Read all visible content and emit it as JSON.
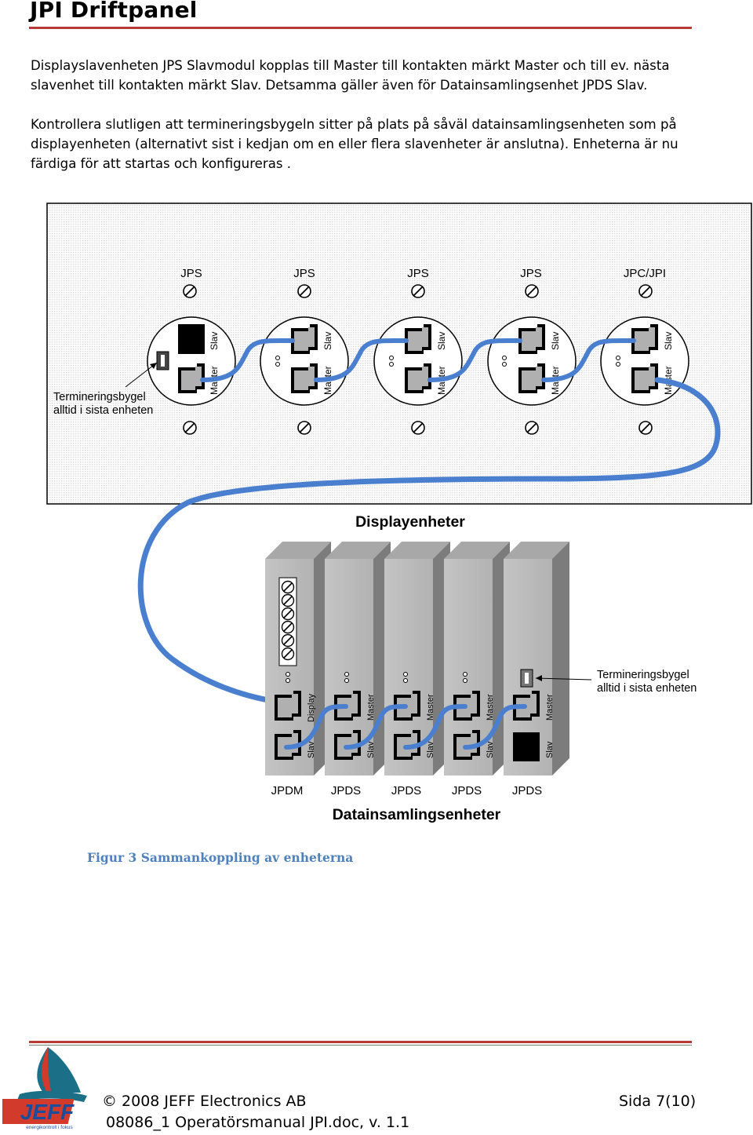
{
  "header": {
    "title": "JPI Driftpanel"
  },
  "body": {
    "paragraph1": "Displayslavenheten JPS Slavmodul kopplas till Master till kontakten märkt Master och till ev. nästa slavenhet till kontakten märkt Slav. Detsamma gäller även för Datainsamlingsenhet JPDS Slav.",
    "paragraph2": "Kontrollera slutligen att termineringsbygeln sitter på plats på såväl datainsamlingsenheten som på displayenheten (alternativt sist i kedjan om en eller flera slavenheter är anslutna). Enheterna är nu färdiga för att startas och konfigureras ."
  },
  "figure": {
    "panel_units": [
      "JPS",
      "JPS",
      "JPS",
      "JPS",
      "JPC/JPI"
    ],
    "port_slav": "Slav",
    "port_master": "Master",
    "port_display": "Display",
    "termination_note_line1": "Termineringsbygel",
    "termination_note_line2": "alltid i sista enheten",
    "display_heading": "Displayenheter",
    "data_units": [
      "JPDM",
      "JPDS",
      "JPDS",
      "JPDS",
      "JPDS"
    ],
    "data_heading": "Datainsamlingsenheter",
    "caption": "Figur 3 Sammankoppling av enheterna"
  },
  "footer": {
    "logo_text": "JEFF",
    "logo_subtext": "energikontroll i fokus",
    "copyright": "© 2008 JEFF Electronics AB",
    "page": "Sida 7(10)",
    "document": "08086_1 Operatörsmanual JPI.doc, v. 1.1"
  },
  "colors": {
    "accent_rule": "#b73a36",
    "cable_blue": "#4a7fd0",
    "caption_blue": "#4f81bd"
  }
}
